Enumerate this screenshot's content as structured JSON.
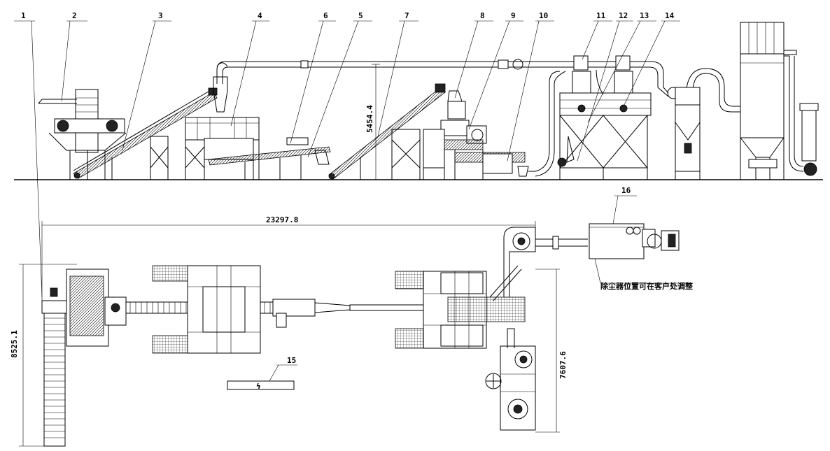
{
  "callouts": [
    "1",
    "2",
    "3",
    "4",
    "5",
    "6",
    "7",
    "8",
    "9",
    "10",
    "11",
    "12",
    "13",
    "14",
    "15",
    "16"
  ],
  "dimensions": {
    "height_elevation": "5454.4",
    "total_length": "23297.8",
    "plan_width_left": "8525.1",
    "plan_width_right": "7607.6"
  },
  "note": "除尘器位置可在客户处调整",
  "power_symbol": "ϟ"
}
